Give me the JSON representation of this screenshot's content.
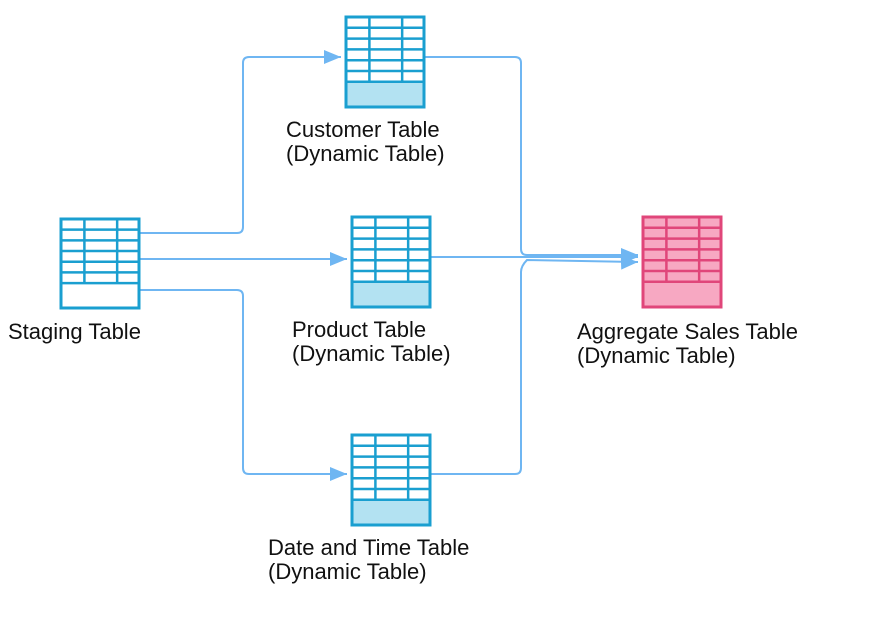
{
  "nodes": [
    {
      "key": "staging",
      "label": "Staging Table",
      "sublabel": "",
      "type": "staging"
    },
    {
      "key": "customer",
      "label": "Customer Table",
      "sublabel": "(Dynamic Table)",
      "type": "dynamic"
    },
    {
      "key": "product",
      "label": "Product Table",
      "sublabel": "(Dynamic Table)",
      "type": "dynamic"
    },
    {
      "key": "datetime",
      "label": "Date and Time Table",
      "sublabel": "(Dynamic Table)",
      "type": "dynamic"
    },
    {
      "key": "aggregate",
      "label": "Aggregate Sales Table",
      "sublabel": "(Dynamic Table)",
      "type": "aggregate"
    }
  ],
  "edges": [
    {
      "from": "staging",
      "to": "customer"
    },
    {
      "from": "staging",
      "to": "product"
    },
    {
      "from": "staging",
      "to": "datetime"
    },
    {
      "from": "customer",
      "to": "aggregate"
    },
    {
      "from": "product",
      "to": "aggregate"
    },
    {
      "from": "datetime",
      "to": "aggregate"
    }
  ],
  "colors": {
    "table_stroke": "#1a9fd0",
    "table_fill": "#ffffff",
    "table_footer": "#b3e2f2",
    "aggregate_stroke": "#e0467a",
    "aggregate_fill": "#f7a8c2",
    "aggregate_footer": "#f7a8c2",
    "arrow": "#6fb6f2",
    "text": "#111111"
  },
  "icons": {
    "table": "table-icon",
    "arrow": "arrow-icon"
  }
}
